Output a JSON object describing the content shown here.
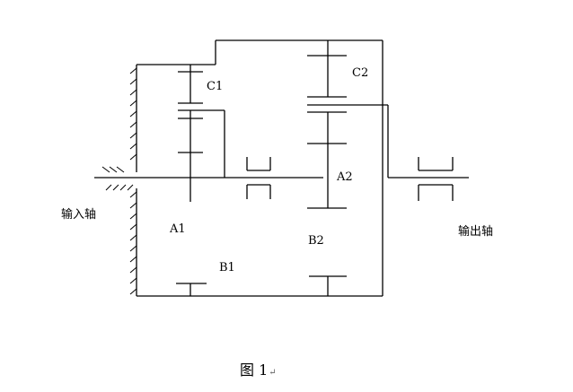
{
  "labels": {
    "input_shaft": "输入轴",
    "output_shaft": "输出轴",
    "gear_c1": "C1",
    "gear_c2": "C2",
    "gear_a1": "A1",
    "gear_a2": "A2",
    "gear_b1": "B1",
    "gear_b2": "B2"
  },
  "caption": {
    "text": "图 1",
    "return_mark": "↵"
  },
  "colors": {
    "line": "#000000",
    "background": "#ffffff"
  }
}
